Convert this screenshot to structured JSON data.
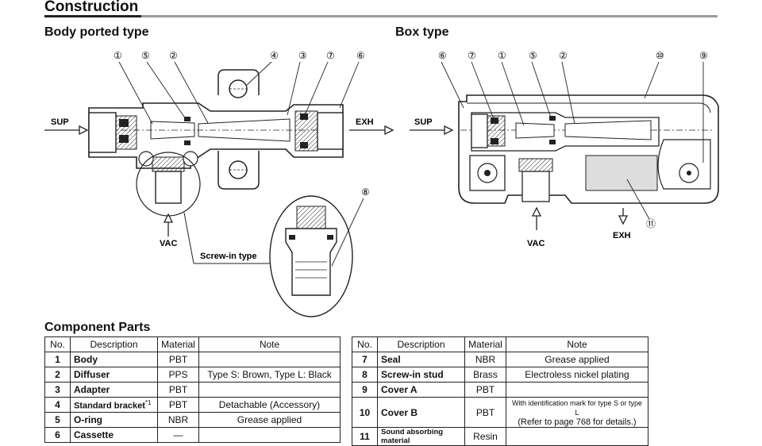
{
  "page": {
    "title": "Construction",
    "body_ported_title": "Body ported type",
    "box_type_title": "Box type",
    "component_parts_title": "Component Parts"
  },
  "labels": {
    "sup": "SUP",
    "exh": "EXH",
    "vac": "VAC",
    "screw_in_type": "Screw-in type"
  },
  "callouts": {
    "left": [
      "①",
      "⑤",
      "②",
      "④",
      "③",
      "⑦",
      "⑥",
      "⑧"
    ],
    "right": [
      "⑥",
      "⑦",
      "①",
      "⑤",
      "②",
      "⑩",
      "⑨",
      "⑪"
    ]
  },
  "table": {
    "headers": [
      "No.",
      "Description",
      "Material",
      "Note"
    ],
    "left_rows": [
      {
        "no": "1",
        "desc": "Body",
        "material": "PBT",
        "note": ""
      },
      {
        "no": "2",
        "desc": "Diffuser",
        "material": "PPS",
        "note": "Type S: Brown, Type L: Black"
      },
      {
        "no": "3",
        "desc": "Adapter",
        "material": "PBT",
        "note": ""
      },
      {
        "no": "4",
        "desc": "Standard bracket",
        "desc_sup": "*1",
        "material": "PBT",
        "note": "Detachable (Accessory)"
      },
      {
        "no": "5",
        "desc": "O-ring",
        "material": "NBR",
        "note": "Grease applied"
      },
      {
        "no": "6",
        "desc": "Cassette",
        "material": "—",
        "note": ""
      }
    ],
    "right_rows": [
      {
        "no": "7",
        "desc": "Seal",
        "material": "NBR",
        "note": "Grease applied"
      },
      {
        "no": "8",
        "desc": "Screw-in stud",
        "material": "Brass",
        "note": "Electroless nickel plating"
      },
      {
        "no": "9",
        "desc": "Cover A",
        "material": "PBT",
        "note": ""
      },
      {
        "no": "10",
        "desc": "Cover B",
        "material": "PBT",
        "note_line1": "With identification mark for type S or type L",
        "note_line2": "(Refer to page 768 for details.)"
      },
      {
        "no": "11",
        "desc": "Sound absorbing material",
        "material": "Resin",
        "note": ""
      }
    ]
  }
}
